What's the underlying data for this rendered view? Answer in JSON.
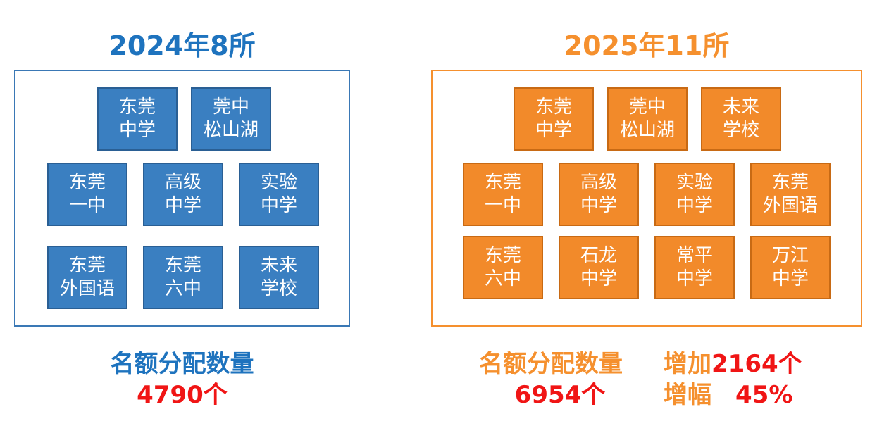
{
  "left": {
    "title": "2024年8所",
    "schools": [
      [
        "东莞",
        "中学"
      ],
      [
        "莞中",
        "松山湖"
      ],
      [
        "东莞",
        "一中"
      ],
      [
        "高级",
        "中学"
      ],
      [
        "实验",
        "中学"
      ],
      [
        "东莞",
        "外国语"
      ],
      [
        "东莞",
        "六中"
      ],
      [
        "未来",
        "学校"
      ]
    ],
    "quota_label": "名额分配数量",
    "quota_value": "4790个"
  },
  "right": {
    "title": "2025年11所",
    "schools": [
      [
        "东莞",
        "中学"
      ],
      [
        "莞中",
        "松山湖"
      ],
      [
        "未来",
        "学校"
      ],
      [
        "东莞",
        "一中"
      ],
      [
        "高级",
        "中学"
      ],
      [
        "实验",
        "中学"
      ],
      [
        "东莞",
        "外国语"
      ],
      [
        "东莞",
        "六中"
      ],
      [
        "石龙",
        "中学"
      ],
      [
        "常平",
        "中学"
      ],
      [
        "万江",
        "中学"
      ]
    ],
    "quota_label": "名额分配数量",
    "quota_value": "6954个",
    "increase_label": "增加",
    "increase_value": "2164个",
    "growth_label": "增幅",
    "growth_value": "45%"
  },
  "colors": {
    "blue": "#3a7fc1",
    "orange": "#f28a2a",
    "red": "#f01515"
  }
}
